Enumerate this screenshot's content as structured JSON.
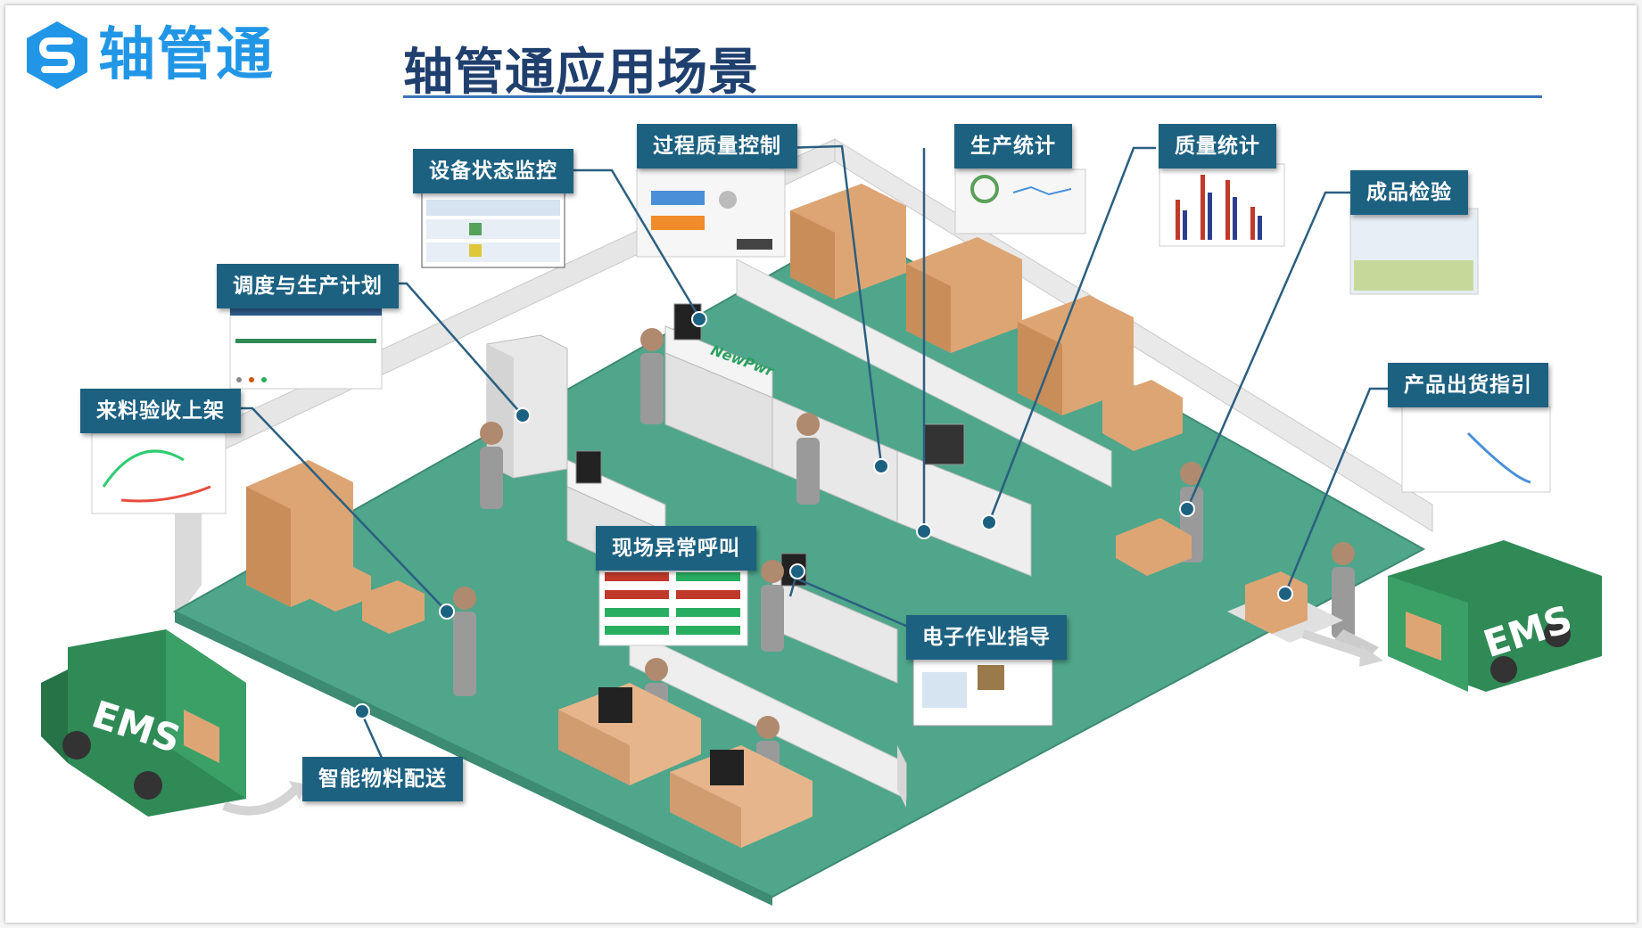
{
  "brand": {
    "name": "轴管通",
    "color": "#2196e6"
  },
  "title": "轴管通应用场景",
  "colors": {
    "floor": "#4fa68b",
    "label_bg": "#1d6181",
    "title": "#1f3f6e",
    "truck": "#2f8a56"
  },
  "truck_text": "EMS",
  "machine_brand": "NewPwr",
  "labels": {
    "device_monitor": "设备状态监控",
    "quality_control": "过程质量控制",
    "production_stats": "生产统计",
    "quality_stats": "质量统计",
    "product_inspection": "成品检验",
    "scheduling": "调度与生产计划",
    "incoming_inspection": "来料验收上架",
    "shipping_guide": "产品出货指引",
    "andon_call": "现场异常呼叫",
    "work_instruction": "电子作业指导",
    "material_delivery": "智能物料配送"
  }
}
